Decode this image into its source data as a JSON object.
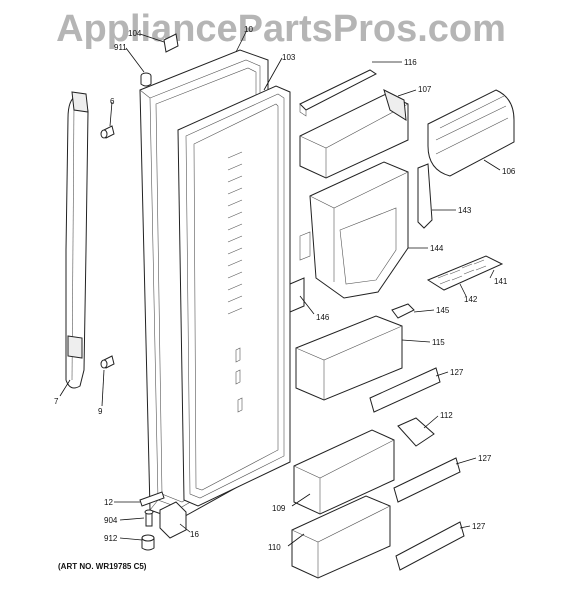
{
  "watermark": "AppliancePartsPros.com",
  "art_number": "(ART NO. WR19785 C5)",
  "labels": {
    "l104": "104",
    "l911": "911",
    "l10": "10",
    "l103": "103",
    "l6": "6",
    "l7": "7",
    "l9": "9",
    "l12": "12",
    "l904": "904",
    "l912": "912",
    "l16": "16",
    "l116": "116",
    "l107": "107",
    "l106": "106",
    "l143": "143",
    "l144": "144",
    "l141": "141",
    "l142": "142",
    "l145": "145",
    "l146": "146",
    "l115": "115",
    "l127a": "127",
    "l112": "112",
    "l127b": "127",
    "l109": "109",
    "l127c": "127",
    "l110": "110"
  }
}
